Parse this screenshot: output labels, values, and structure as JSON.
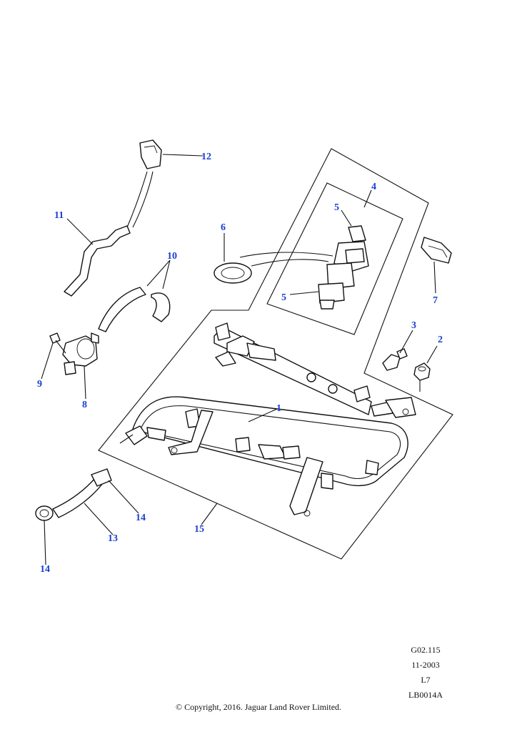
{
  "callouts": [
    {
      "id": "c1",
      "label": "1"
    },
    {
      "id": "c2",
      "label": "2"
    },
    {
      "id": "c3",
      "label": "3"
    },
    {
      "id": "c4",
      "label": "4"
    },
    {
      "id": "c5a",
      "label": "5"
    },
    {
      "id": "c5b",
      "label": "5"
    },
    {
      "id": "c6",
      "label": "6"
    },
    {
      "id": "c7",
      "label": "7"
    },
    {
      "id": "c8",
      "label": "8"
    },
    {
      "id": "c9",
      "label": "9"
    },
    {
      "id": "c10",
      "label": "10"
    },
    {
      "id": "c11",
      "label": "11"
    },
    {
      "id": "c12",
      "label": "12"
    },
    {
      "id": "c13",
      "label": "13"
    },
    {
      "id": "c14a",
      "label": "14"
    },
    {
      "id": "c14b",
      "label": "14"
    },
    {
      "id": "c15",
      "label": "15"
    }
  ],
  "reference": {
    "drawing_number": "G02.115",
    "date": "11-2003",
    "sheet": "L7",
    "code": "LB0014A"
  },
  "copyright": "© Copyright, 2016. Jaguar Land Rover Limited.",
  "colors": {
    "callout": "#1a3fd1",
    "line": "#111111"
  }
}
